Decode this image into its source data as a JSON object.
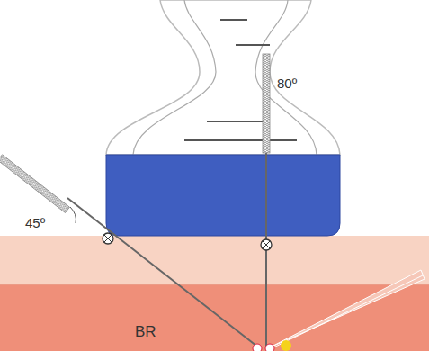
{
  "diagram": {
    "labels": [
      "80º",
      "45º",
      "BR"
    ]
  }
}
